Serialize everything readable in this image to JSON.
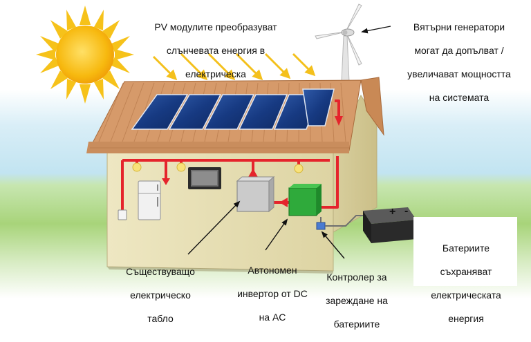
{
  "labels": {
    "pv": [
      "PV модулите преобразуват",
      "слънчевата енергия в",
      "електрическа"
    ],
    "wind": [
      "Вятърни генератори",
      "могат да допълват /",
      "увеличават мощността",
      "на системата"
    ],
    "batteries": [
      "Батериите",
      "съхраняват",
      "електрическата",
      "енергия"
    ],
    "panel": [
      "Съществуващо",
      "електрическо",
      "табло"
    ],
    "inverter": [
      "Автономен",
      "инвертор от DC",
      "на AC"
    ],
    "controller": [
      "Контролер за",
      "зареждане на",
      "батериите"
    ],
    "battery_plus": "+",
    "battery_minus": "-"
  },
  "colors": {
    "sun": "#f7b90f",
    "sun_rays": "#f6c21a",
    "sky": "#bfe3f2",
    "grass": "#a9d67a",
    "wall": "#e6dfb3",
    "roof": "#d69a6a",
    "pv_panel": "#1a3a7a",
    "wire": "#e5242c",
    "inverter": "#c9c9c9",
    "controller": "#2faa3b",
    "battery": "#2a2a2a"
  }
}
